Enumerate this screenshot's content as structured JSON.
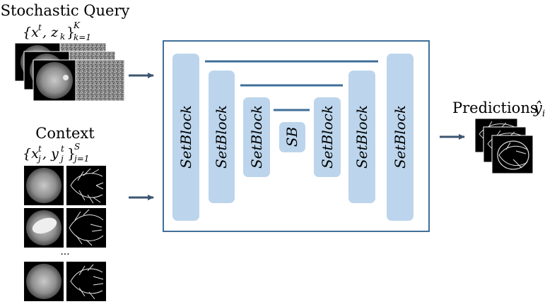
{
  "query": {
    "title": "Stochastic Query",
    "formula_base": "{x",
    "formula_sup_t": "t",
    "formula_mid": ", z",
    "formula_sub_k": "k",
    "formula_close": "}",
    "formula_sub": "k=1",
    "formula_sup": "K"
  },
  "context": {
    "title": "Context",
    "formula_base": "{x",
    "formula_t1": "t",
    "formula_j1": "j",
    "formula_mid": ", y",
    "formula_t2": "t",
    "formula_j2": "j",
    "formula_close": "}",
    "formula_sub": "j=1",
    "formula_sup": "S",
    "ellipsis": "..."
  },
  "network": {
    "blocks": [
      "SetBlock",
      "SetBlock",
      "SetBlock",
      "SB",
      "SetBlock",
      "SetBlock",
      "SetBlock"
    ]
  },
  "predictions": {
    "title": "Predictions",
    "symbol": "ŷ",
    "subscript": "i"
  },
  "colors": {
    "frame": "#3f6f99",
    "block_fill": "#bcd5ec",
    "skip_line": "#3f6f99",
    "arrow": "#3d5570"
  }
}
